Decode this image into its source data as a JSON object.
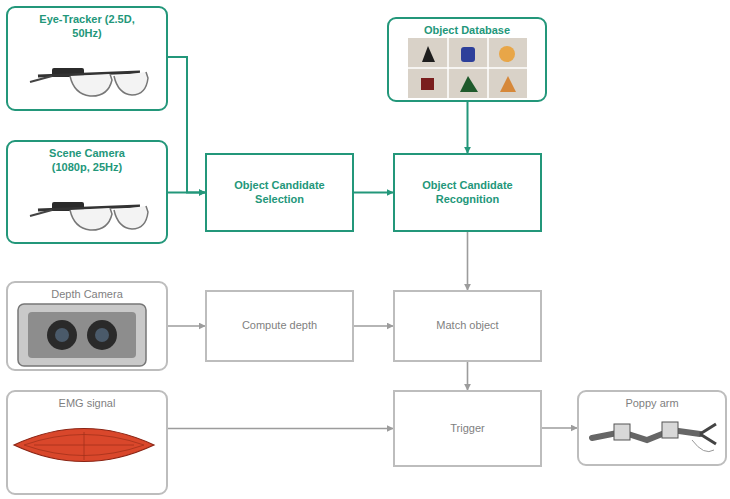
{
  "diagram": {
    "nodes": [
      {
        "text": [
          "Eye-Tracker (2.5D, 50Hz)"
        ]
      },
      {
        "text": [
          "Object Database"
        ]
      },
      {
        "text": [
          "Scene Camera (1080p, 25Hz)"
        ]
      },
      {
        "text": [
          "Object Candidate Selection"
        ]
      },
      {
        "text": [
          "Object Candidate Recognition"
        ]
      },
      {
        "text": [
          "Depth Camera"
        ]
      },
      {
        "text": [
          "Compute depth"
        ]
      },
      {
        "text": [
          "Match object"
        ]
      },
      {
        "text": [
          "EMG signal"
        ]
      },
      {
        "text": [
          "Trigger"
        ]
      },
      {
        "text": [
          "Poppy arm"
        ]
      }
    ],
    "edges": [
      {
        "from": 0,
        "to": 3,
        "arrow": "to"
      },
      {
        "from": 2,
        "to": 3,
        "arrow": "to"
      },
      {
        "from": 1,
        "to": 4,
        "arrow": "to"
      },
      {
        "from": 3,
        "to": 4,
        "arrow": "to"
      },
      {
        "from": 4,
        "to": 7,
        "arrow": "to"
      },
      {
        "from": 5,
        "to": 6,
        "arrow": "to"
      },
      {
        "from": 6,
        "to": 7,
        "arrow": "to"
      },
      {
        "from": 7,
        "to": 9,
        "arrow": "to"
      },
      {
        "from": 8,
        "to": 9,
        "arrow": "to"
      },
      {
        "from": 9,
        "to": 10,
        "arrow": "to"
      }
    ]
  }
}
